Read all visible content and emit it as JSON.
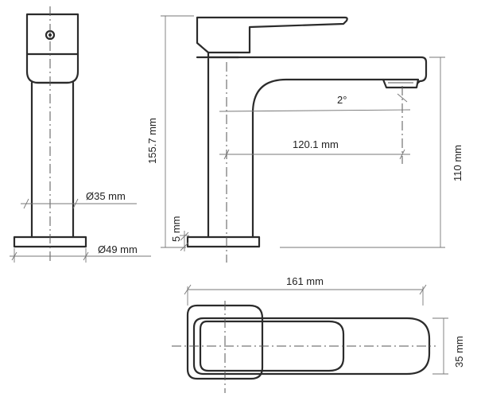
{
  "dimensions": {
    "height_total": "155.7 mm",
    "spout_height": "110 mm",
    "base_height": "5 mm",
    "body_diameter": "Ø35 mm",
    "base_diameter": "Ø49 mm",
    "spout_angle": "2°",
    "reach": "120.1 mm",
    "total_length": "161 mm",
    "width": "35 mm"
  },
  "colors": {
    "outline": "#2b2b2b",
    "dimension_line": "#777777",
    "background": "#ffffff"
  }
}
